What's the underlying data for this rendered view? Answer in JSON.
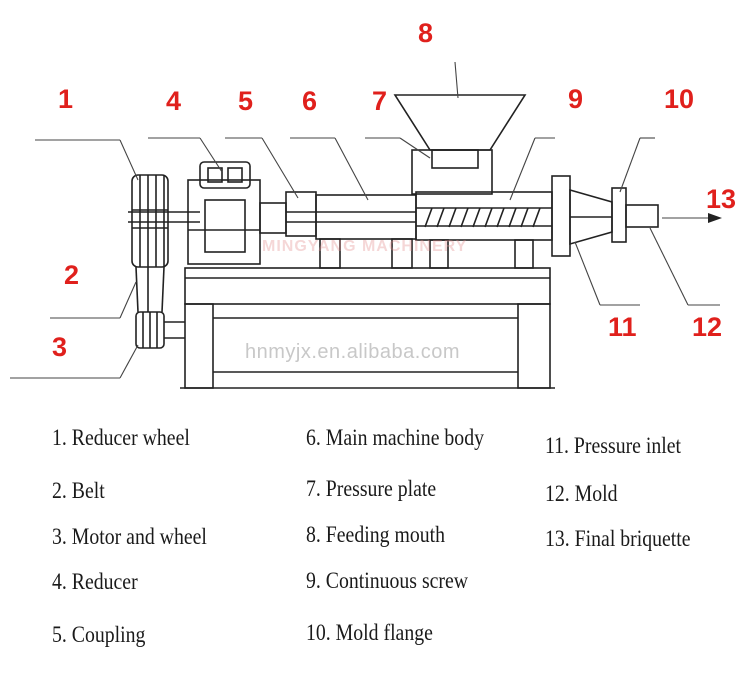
{
  "callouts": [
    "1",
    "2",
    "3",
    "4",
    "5",
    "6",
    "7",
    "8",
    "9",
    "10",
    "11",
    "12",
    "13"
  ],
  "watermark": "hnmyjx.en.alibaba.com",
  "brand_watermark": "MINGYANG MACHINERY",
  "legend": [
    "1. Reducer wheel",
    "2. Belt",
    "3. Motor and wheel",
    "4. Reducer",
    "5. Coupling",
    "6. Main machine body",
    "7. Pressure plate",
    "8. Feeding mouth",
    "9. Continuous screw",
    "10. Mold flange",
    "11. Pressure inlet",
    "12. Mold",
    "13. Final briquette"
  ],
  "colors": {
    "callout": "#e0201c",
    "line": "#222222",
    "text": "#1a1a1a"
  }
}
